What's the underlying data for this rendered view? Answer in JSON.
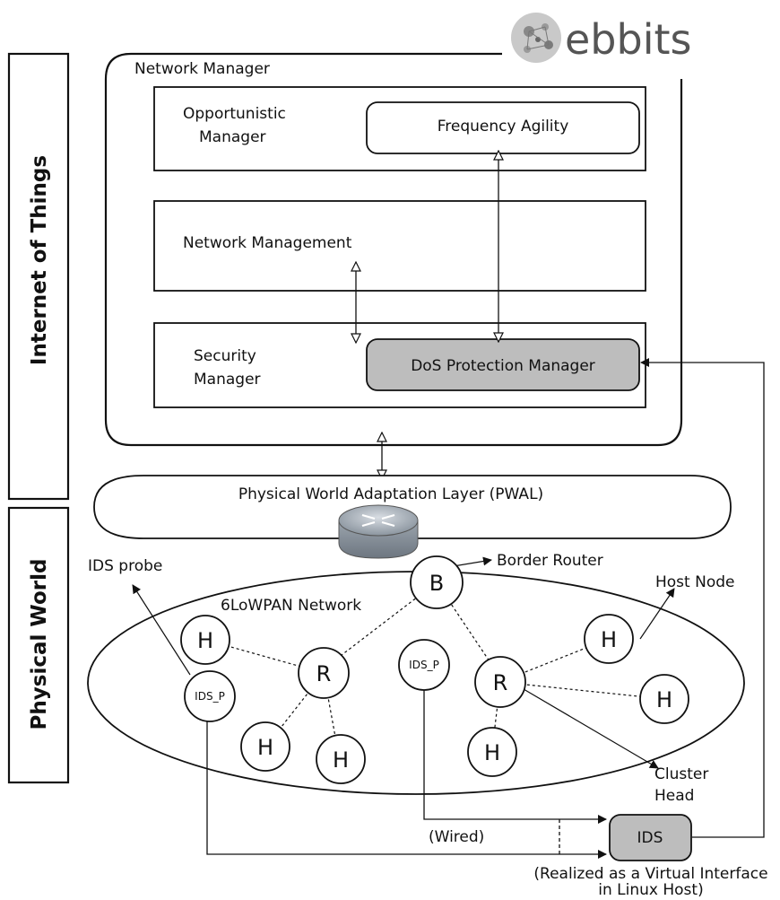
{
  "logo": {
    "text": "ebbits"
  },
  "side_labels": {
    "top": "Internet of Things",
    "bottom": "Physical World"
  },
  "network_manager": {
    "title": "Network Manager",
    "opportunistic_manager": [
      "Opportunistic",
      "Manager"
    ],
    "frequency_agility": "Frequency Agility",
    "network_management": "Network Management",
    "security_manager": [
      "Security",
      "Manager"
    ],
    "dos_protection_manager": "DoS Protection Manager"
  },
  "pwal": {
    "label": "Physical World Adaptation Layer (PWAL)"
  },
  "network": {
    "label": "6LoWPAN Network",
    "ids_probe_label": "IDS probe",
    "border_router_label": "Border Router",
    "host_node_label": "Host Node",
    "cluster_head_label": [
      "Cluster",
      "Head"
    ],
    "nodes": {
      "border": "B",
      "router": "R",
      "host": "H",
      "ids_probe": "IDS_P"
    }
  },
  "ids": {
    "label": "IDS",
    "wired_label": "(Wired)",
    "caption": [
      "(Realized as a Virtual Interface",
      "in Linux Host)"
    ]
  },
  "colors": {
    "gray_fill": "#bdbdbd",
    "stroke": "#111111"
  }
}
